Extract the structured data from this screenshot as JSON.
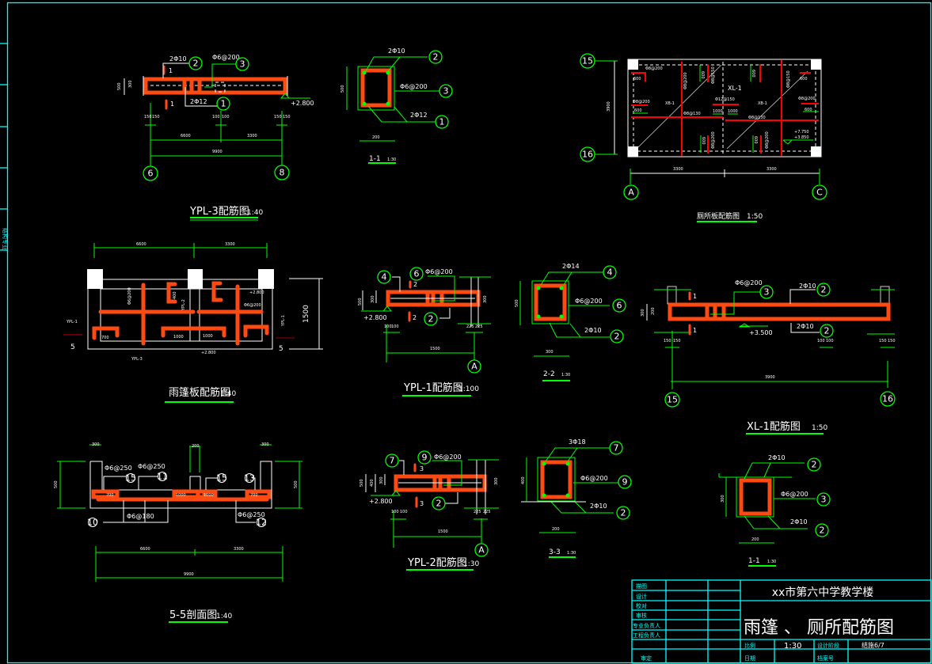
{
  "colors": {
    "frame": "#00ffff",
    "rebar": "#ff4a12",
    "dimension": "#00ff00",
    "outline": "#ffffff",
    "slab_rebar": "#ff0000"
  },
  "side_strip": {
    "label": "结构专业"
  },
  "ypl3": {
    "title": "YPL-3配筋图",
    "scale": "1:40",
    "bar_top": "2Φ10",
    "stirrup": "Φ6@200",
    "bar_bottom": "2Φ12",
    "marks": [
      "2",
      "3",
      "1"
    ],
    "cut_marks": [
      "1",
      "1"
    ],
    "elevation": "+2.800",
    "height": "500",
    "slab": "300",
    "small_dims": [
      "150",
      "150",
      "100",
      "100",
      "150",
      "150"
    ],
    "dims": [
      "6600",
      "3300",
      "9900"
    ],
    "axes": [
      "6",
      "8"
    ]
  },
  "sec11a": {
    "title": "1-1",
    "scale": "1:30",
    "bar_top": "2Φ10",
    "stirrup": "Φ6@200",
    "bar_bottom": "2Φ12",
    "marks": [
      "2",
      "3",
      "1"
    ],
    "height": "500",
    "width": "200"
  },
  "toilet": {
    "title": "厕所板配筋图",
    "scale": "1:50",
    "axes": [
      "15",
      "16",
      "A",
      "C"
    ],
    "dims": [
      "3900",
      "3300",
      "3300"
    ],
    "beam": "XL-1",
    "slabs": [
      "XB-1",
      "XB-1"
    ],
    "rebar": [
      "Φ8@200",
      "Φ8@200",
      "Φ12@150",
      "Φ8@130",
      "Φ8@130",
      "Φ8@200",
      "Φ8@200",
      "Φ8@150",
      "Φ8@150",
      "Φ8@200",
      "Φ8@200"
    ],
    "lengths": [
      "600",
      "600",
      "600",
      "1000",
      "1000",
      "600",
      "600",
      "600",
      "600",
      "600"
    ],
    "elevations": [
      "+7.750",
      "+3.850"
    ]
  },
  "canopy": {
    "title": "雨篷板配筋图",
    "scale": "1:40",
    "dims": [
      "6600",
      "3300",
      "1500"
    ],
    "beams": [
      "YPL-1",
      "YPL-2",
      "YPL-3",
      "YPL-1"
    ],
    "section_marks": [
      "5",
      "5"
    ],
    "lengths": [
      "700",
      "1000",
      "1000",
      "400"
    ],
    "rebar": [
      "Φ6@200",
      "Φ6@200"
    ],
    "elevations": [
      "+2.800",
      "+2.800"
    ]
  },
  "ypl1": {
    "title": "YPL-1配筋图",
    "scale": "1:100",
    "stirrup": "Φ6@200",
    "marks": [
      "4",
      "6",
      "2"
    ],
    "cut_marks": [
      "2",
      "2"
    ],
    "elevation": "+2.800",
    "height": "500",
    "slab": "300",
    "slab_right": "300",
    "small_dims": [
      "100",
      "100",
      "225",
      "225"
    ],
    "span": "1500",
    "axis": "A"
  },
  "sec22": {
    "title": "2-2",
    "scale": "1:30",
    "bar_top": "2Φ14",
    "stirrup": "Φ6@200",
    "bar_bottom": "2Φ10",
    "marks": [
      "4",
      "6",
      "2"
    ],
    "height": "500",
    "width": "300"
  },
  "xl1": {
    "title": "XL-1配筋图",
    "scale": "1:50",
    "stirrup": "Φ6@200",
    "bar_top": "2Φ10",
    "bar_bottom": "2Φ10",
    "marks": [
      "3",
      "2",
      "2"
    ],
    "cut_marks": [
      "1",
      "1"
    ],
    "elevation": "+3.500",
    "height": "300",
    "slab": "200",
    "small_dims": [
      "150",
      "150",
      "100",
      "100",
      "150",
      "150"
    ],
    "span": "3900",
    "axes": [
      "15",
      "16"
    ]
  },
  "sec55": {
    "title": "5-5剖面图",
    "scale": "1:40",
    "top_dims": [
      "300",
      "200",
      "300"
    ],
    "heights": [
      "500",
      "500"
    ],
    "rebar": [
      "Φ6@250",
      "Φ6@250",
      "Φ6@180",
      "Φ6@250"
    ],
    "marks": [
      "15",
      "11",
      "15",
      "13",
      "10",
      "12"
    ],
    "lengths": [
      "700",
      "1000",
      "1000",
      "700"
    ],
    "dims": [
      "6600",
      "3300",
      "9900"
    ]
  },
  "ypl2": {
    "title": "YPL-2配筋图",
    "scale": "1:30",
    "stirrup": "Φ6@200",
    "marks": [
      "7",
      "9",
      "2"
    ],
    "cut_marks": [
      "3",
      "3"
    ],
    "elevation": "+2.800",
    "height": "500",
    "height2": "400",
    "slab": "300",
    "slab_right": "300",
    "small_dims": [
      "100",
      "100",
      "225",
      "225"
    ],
    "span": "1500",
    "axis": "A"
  },
  "sec33": {
    "title": "3-3",
    "scale": "1:30",
    "bar_top": "3Φ18",
    "stirrup": "Φ6@200",
    "bar_bottom": "2Φ10",
    "marks": [
      "7",
      "9",
      "2"
    ],
    "height": "400",
    "width": "200"
  },
  "sec11b": {
    "title": "1-1",
    "scale": "1:30",
    "bar_top": "2Φ10",
    "stirrup": "Φ6@200",
    "bar_bottom": "2Φ10",
    "marks": [
      "2",
      "3",
      "2"
    ],
    "height": "300",
    "width": "200"
  },
  "title_block": {
    "roles": [
      "描图",
      "设计",
      "校对",
      "审核",
      "专业负责人",
      "工程负责人"
    ],
    "approve": "审定",
    "project": "xx市第六中学教学楼",
    "drawing_title": "雨篷 、 厕所配筋图",
    "scale_label": "比例",
    "scale": "1:30",
    "stage_label": "设计阶段",
    "sheet": "结施6/7",
    "date_label": "日期",
    "archive_label": "档案号"
  }
}
